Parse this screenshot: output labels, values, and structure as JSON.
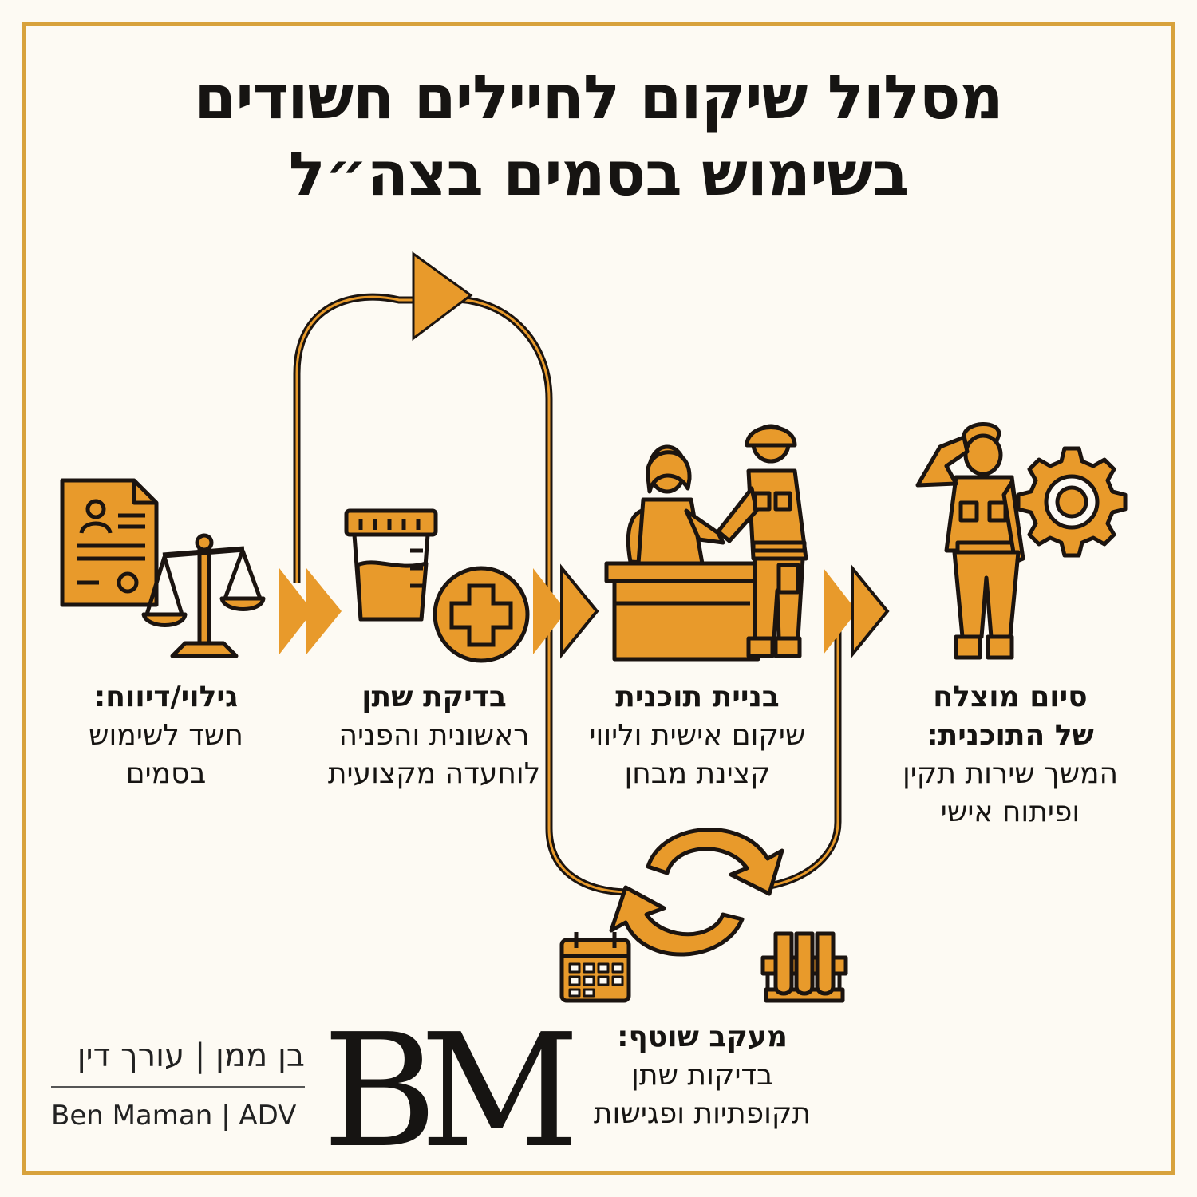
{
  "title": {
    "line1": "מסלול שיקום לחיילים חשודים",
    "line2": "בשימוש בסמים בצה״ל"
  },
  "steps": [
    {
      "head": "גילוי/דיווח:",
      "desc": "חשד לשימוש בסמים",
      "icons": [
        "document-icon",
        "scales-icon"
      ]
    },
    {
      "head": "בדיקת שתן",
      "desc": "ראשונית והפניה לוחעדה מקצועית",
      "icons": [
        "specimen-cup-icon",
        "medical-cross-icon"
      ]
    },
    {
      "head": "בניית תוכנית",
      "desc": "שיקום אישית וליווי קצינת מבחן",
      "icons": [
        "officer-handshake-icon"
      ]
    },
    {
      "head": "סיום מוצלח של התוכנית:",
      "desc": "המשך שירות תקין ופיתוח אישי",
      "icons": [
        "saluting-soldier-icon",
        "gear-icon"
      ]
    },
    {
      "head": "מעקב שוטף:",
      "desc": "בדיקות שתן תקופתיות ופגישות",
      "icons": [
        "cycle-arrows-icon",
        "calendar-icon",
        "test-tubes-icon"
      ]
    }
  ],
  "logo": {
    "hebrew": "בן ממן | עורך דין",
    "english": "Ben Maman | ADV",
    "mark": "BM"
  },
  "colors": {
    "accent": "#e89a2b",
    "outline": "#1b1410",
    "frame": "#d8a23c",
    "background": "#fdfaf3"
  }
}
